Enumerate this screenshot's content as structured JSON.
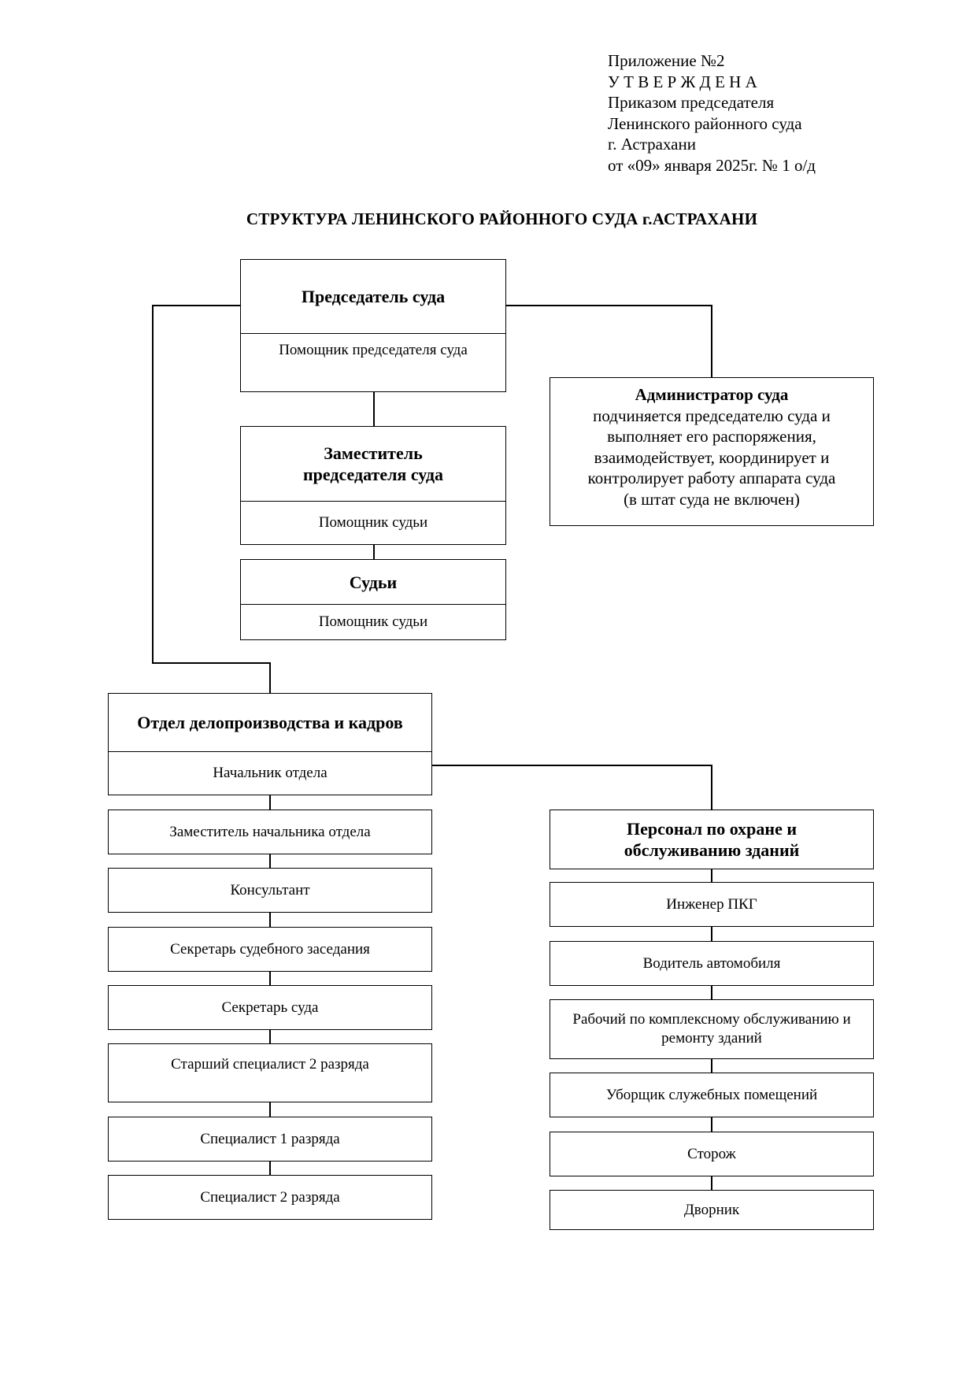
{
  "approval": {
    "line1": "Приложение №2",
    "line2": "У Т В Е Р Ж Д Е Н А",
    "line3": "Приказом председателя",
    "line4": "Ленинского районного суда",
    "line5": "г. Астрахани",
    "line6": "от «09» января 2025г. № 1 о/д"
  },
  "title": "СТРУКТУРА ЛЕНИНСКОГО РАЙОННОГО  СУДА г.АСТРАХАНИ",
  "chairman": {
    "title": "Председатель суда",
    "assistant": "Помощник председателя суда"
  },
  "deputy": {
    "title": "Заместитель председателя суда",
    "assistant": "Помощник судьи"
  },
  "judges": {
    "title": "Судьи",
    "assistant": "Помощник судьи"
  },
  "administrator": {
    "title": "Администратор суда",
    "description": [
      "подчиняется председателю суда и",
      "выполняет его распоряжения,",
      "взаимодействует, координирует и",
      "контролирует работу аппарата суда",
      "(в штат суда не включен)"
    ]
  },
  "records_department": {
    "title": "Отдел делопроизводства и кадров",
    "head": "Начальник отдела",
    "staff": [
      "Заместитель начальника отдела",
      "Консультант",
      "Секретарь судебного заседания",
      "Секретарь суда",
      "Старший специалист 2 разряда",
      "Специалист 1 разряда",
      "Специалист 2 разряда"
    ]
  },
  "maintenance_staff": {
    "title": "Персонал по охране и обслуживанию зданий",
    "staff": [
      "Инженер ПКГ",
      "Водитель автомобиля",
      "Рабочий по комплексному обслуживанию и ремонту зданий",
      "Уборщик служебных помещений",
      "Сторож",
      "Дворник"
    ]
  }
}
